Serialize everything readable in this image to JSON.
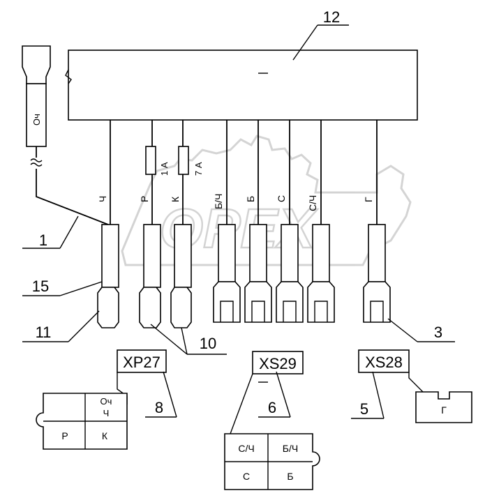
{
  "callouts": {
    "n12": "12",
    "n1": "1",
    "n15": "15",
    "n11": "11",
    "n10": "10",
    "n3": "3",
    "n8": "8",
    "n6": "6",
    "n5": "5"
  },
  "wires": {
    "ch": "Ч",
    "r": "Р",
    "k": "К",
    "bch": "Б/Ч",
    "b": "Б",
    "s": "С",
    "sch": "С/Ч",
    "g": "Г",
    "och": "Оч"
  },
  "fuses": {
    "f1": "1 А",
    "f2": "7 А"
  },
  "connectors": {
    "xp27": {
      "label": "XP27",
      "cells": {
        "och": "Оч",
        "ch": "Ч",
        "r": "Р",
        "k": "К"
      }
    },
    "xs29": {
      "label": "XS29",
      "cells": {
        "sch": "С/Ч",
        "bch": "Б/Ч",
        "s": "С",
        "b": "Б"
      }
    },
    "xs28": {
      "label": "XS28",
      "cells": {
        "g": "Г"
      }
    }
  },
  "watermark": "OPEX"
}
